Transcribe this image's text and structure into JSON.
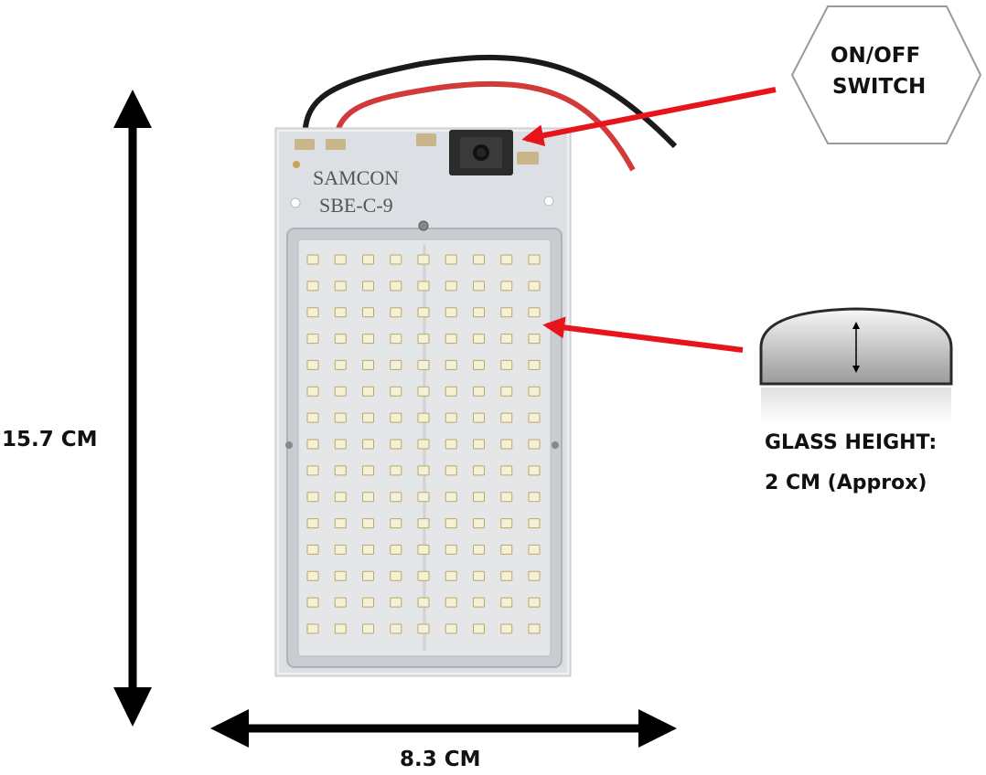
{
  "dimensions": {
    "height": "15.7 CM",
    "width": "8.3 CM"
  },
  "board": {
    "brand": "SAMCON",
    "model": "SBE-C-9",
    "led_rows": 15,
    "led_columns": 9
  },
  "callouts": {
    "switch_line1": "ON/OFF",
    "switch_line2": "SWITCH",
    "glass_line1": "GLASS HEIGHT:",
    "glass_line2": "2 CM (Approx)"
  },
  "colors": {
    "arrow": "#e8141c",
    "board": "#dcdfe3",
    "led": "#f4f1d6"
  }
}
